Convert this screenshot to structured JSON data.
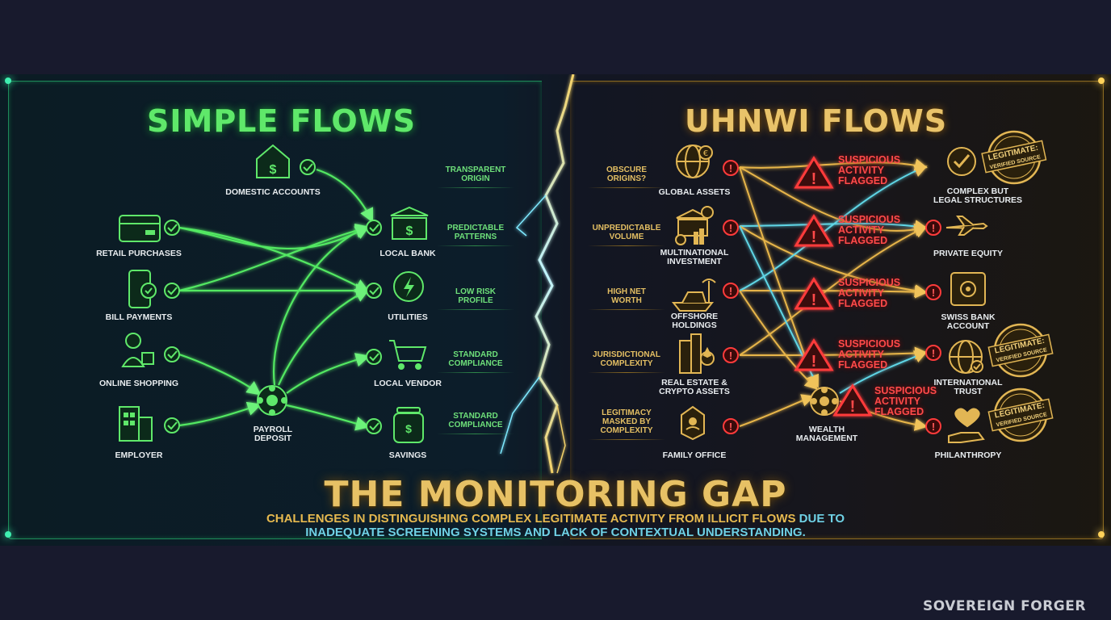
{
  "left": {
    "title": "SIMPLE FLOWS",
    "sources": [
      {
        "label": "RETAIL PURCHASES",
        "icon": "credit-card-icon"
      },
      {
        "label": "BILL PAYMENTS",
        "icon": "smartphone-icon"
      },
      {
        "label": "ONLINE SHOPPING",
        "icon": "shopper-icon"
      },
      {
        "label": "EMPLOYER",
        "icon": "office-building-icon"
      }
    ],
    "top_source": {
      "label": "DOMESTIC ACCOUNTS",
      "icon": "house-dollar-icon"
    },
    "hub": {
      "label_line1": "PAYROLL",
      "label_line2": "DEPOSIT",
      "icon": "payroll-hub-icon"
    },
    "destinations": [
      {
        "label": "LOCAL BANK",
        "icon": "bank-icon"
      },
      {
        "label": "UTILITIES",
        "icon": "lightning-gear-icon"
      },
      {
        "label": "LOCAL VENDOR",
        "icon": "shopping-cart-icon"
      },
      {
        "label": "SAVINGS",
        "icon": "money-jar-icon"
      }
    ],
    "notes": [
      {
        "line1": "TRANSPARENT",
        "line2": "ORIGIN"
      },
      {
        "line1": "PREDICTABLE",
        "line2": "PATTERNS"
      },
      {
        "line1": "LOW RISK",
        "line2": "PROFILE"
      },
      {
        "line1": "STANDARD",
        "line2": "COMPLIANCE"
      },
      {
        "line1": "STANDARD",
        "line2": "COMPLIANCE"
      }
    ]
  },
  "right": {
    "title": "UHNWI FLOWS",
    "notes": [
      {
        "line1": "OBSCURE",
        "line2": "ORIGINS?"
      },
      {
        "line1": "UNPREDICTABLE",
        "line2": "VOLUME"
      },
      {
        "line1": "HIGH NET",
        "line2": "WORTH"
      },
      {
        "line1": "JURISDICTIONAL",
        "line2": "COMPLEXITY"
      },
      {
        "line1": "LEGITIMACY",
        "line2": "MASKED BY",
        "line3": "COMPLEXITY"
      }
    ],
    "sources": [
      {
        "line1": "GLOBAL ASSETS",
        "line2": "",
        "icon": "globe-euro-icon"
      },
      {
        "line1": "MULTINATIONAL",
        "line2": "INVESTMENT",
        "icon": "multinational-investment-icon"
      },
      {
        "line1": "OFFSHORE",
        "line2": "HOLDINGS",
        "icon": "yacht-palm-icon"
      },
      {
        "line1": "REAL ESTATE &",
        "line2": "CRYPTO ASSETS",
        "icon": "skyscraper-crypto-icon"
      },
      {
        "line1": "FAMILY OFFICE",
        "line2": "",
        "icon": "family-crest-icon"
      }
    ],
    "flags": [
      {
        "line1": "SUSPICIOUS",
        "line2": "ACTIVITY",
        "line3": "FLAGGED"
      },
      {
        "line1": "SUSPICIOUS",
        "line2": "ACTIVITY",
        "line3": "FLAGGED"
      },
      {
        "line1": "SUSPICIOUS",
        "line2": "ACTIVITY",
        "line3": "FLAGGED"
      },
      {
        "line1": "SUSPICIOUS",
        "line2": "ACTIVITY",
        "line3": "FLAGGED"
      },
      {
        "line1": "SUSPICIOUS",
        "line2": "ACTIVITY",
        "line3": "FLAGGED"
      }
    ],
    "hub": {
      "label_line1": "WEALTH",
      "label_line2": "MANAGEMENT",
      "icon": "wealth-hub-icon"
    },
    "destinations": [
      {
        "line1": "COMPLEX BUT",
        "line2": "LEGAL STRUCTURES",
        "icon": "checkmark-seal-icon"
      },
      {
        "line1": "PRIVATE EQUITY",
        "line2": "",
        "icon": "private-jet-icon"
      },
      {
        "line1": "SWISS BANK",
        "line2": "ACCOUNT",
        "icon": "safe-vault-icon"
      },
      {
        "line1": "INTERNATIONAL",
        "line2": "TRUST",
        "icon": "globe-trust-icon"
      },
      {
        "line1": "PHILANTHROPY",
        "line2": "",
        "icon": "heart-hand-icon"
      }
    ],
    "stamps": [
      {
        "line1": "LEGITIMATE:",
        "line2": "VERIFIED SOURCE"
      },
      {
        "line1": "LEGITIMATE:",
        "line2": "VERIFIED SOURCE"
      },
      {
        "line1": "LEGITIMATE:",
        "line2": "VERIFIED SOURCE"
      }
    ]
  },
  "footer": {
    "title": "THE MONITORING GAP",
    "subtitle_line1_a": "CHALLENGES IN DISTINGUISHING COMPLEX LEGITIMATE ACTIVITY FROM ILLICIT FLOWS",
    "subtitle_line1_b": " DUE TO",
    "subtitle_line2": "INADEQUATE SCREENING SYSTEMS AND LACK OF CONTEXTUAL UNDERSTANDING."
  },
  "brand": "SOVEREIGN FORGER",
  "colors": {
    "green": "#5fe86a",
    "gold": "#e9c36a",
    "red": "#ff3b3b",
    "cyan": "#6fd2e6",
    "background": "#181a2d"
  }
}
